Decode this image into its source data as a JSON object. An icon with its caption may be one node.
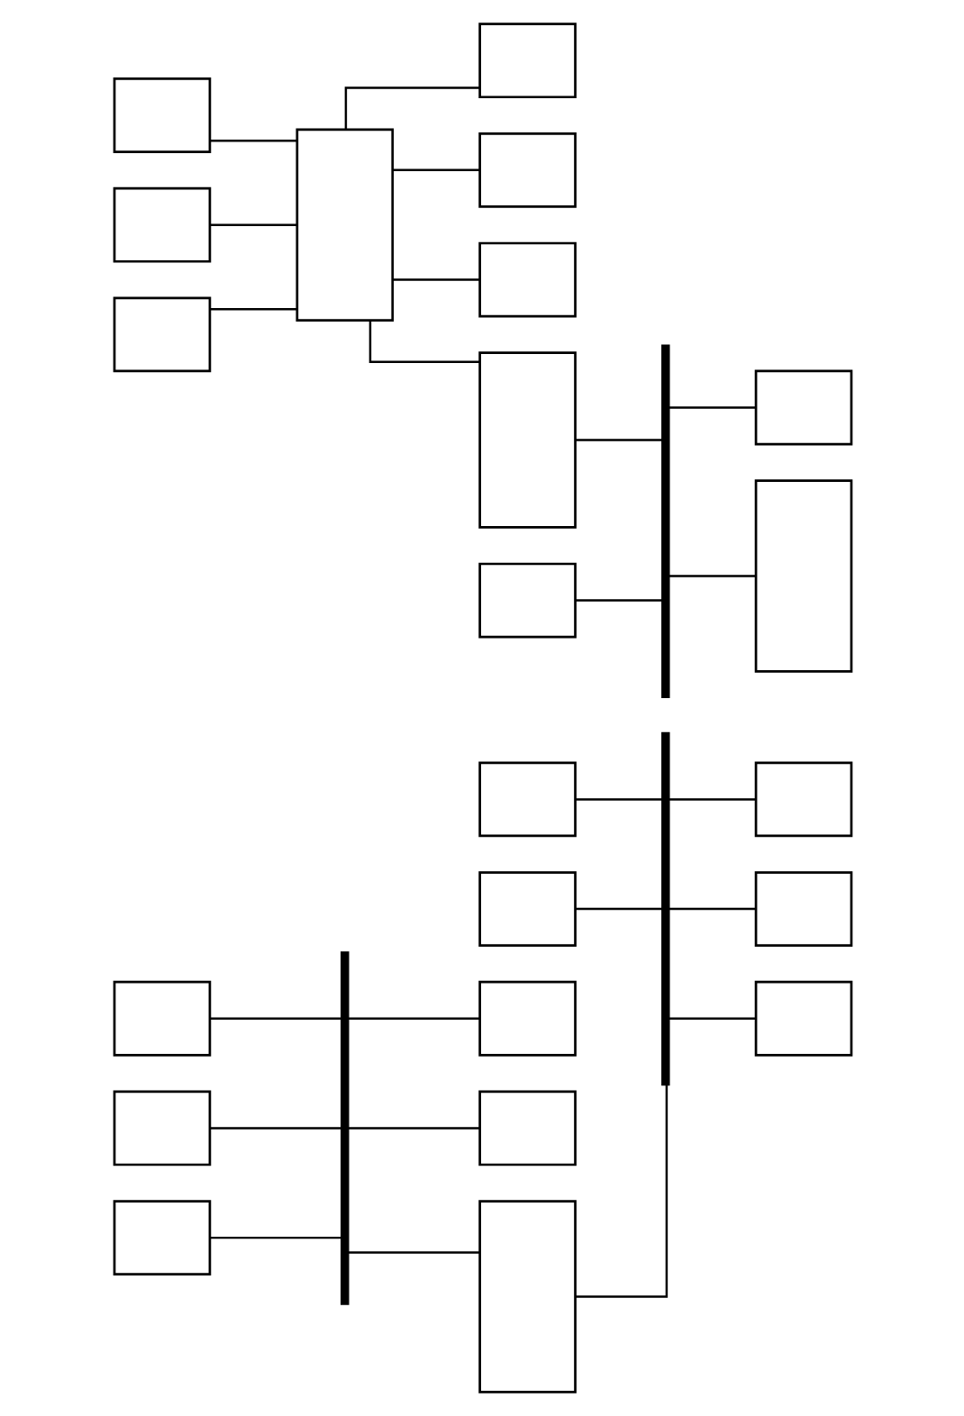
{
  "diagram": {
    "nodes": [
      {
        "text": [],
        "shape": "bar"
      },
      {
        "text": [],
        "shape": "bar"
      },
      {
        "text": [],
        "shape": "box"
      },
      {
        "text": [],
        "shape": "box"
      },
      {
        "text": [],
        "shape": "box"
      },
      {
        "text": [],
        "shape": "box"
      },
      {
        "text": [],
        "shape": "box"
      },
      {
        "text": [],
        "shape": "box"
      },
      {
        "text": [],
        "shape": "box"
      },
      {
        "text": [],
        "shape": "box"
      },
      {
        "text": [],
        "shape": "box"
      },
      {
        "text": [],
        "shape": "box"
      },
      {
        "text": [],
        "shape": "box"
      },
      {
        "text": [],
        "shape": "box"
      },
      {
        "text": [],
        "shape": "box"
      },
      {
        "text": [],
        "shape": "box"
      },
      {
        "text": [],
        "shape": "box"
      },
      {
        "text": [],
        "shape": "box"
      },
      {
        "text": [],
        "shape": "box"
      },
      {
        "text": [],
        "shape": "box"
      },
      {
        "text": [],
        "shape": "box"
      },
      {
        "text": [],
        "shape": "box"
      },
      {
        "text": [],
        "shape": "bar"
      },
      {
        "text": [],
        "shape": "box"
      },
      {
        "text": [],
        "shape": "box"
      }
    ],
    "edges": [
      {
        "from": 2,
        "to": 0,
        "arrow": "none"
      },
      {
        "from": 0,
        "to": 3,
        "arrow": "none"
      },
      {
        "from": 4,
        "to": 1,
        "arrow": "none"
      },
      {
        "from": 1,
        "to": 5,
        "arrow": "none"
      },
      {
        "from": 6,
        "to": 0,
        "arrow": "none"
      },
      {
        "from": 0,
        "to": 7,
        "arrow": "none"
      },
      {
        "from": 8,
        "to": 1,
        "arrow": "none"
      },
      {
        "from": 1,
        "to": 9,
        "arrow": "none"
      },
      {
        "from": 10,
        "to": 0,
        "arrow": "none"
      },
      {
        "from": 0,
        "to": 11,
        "arrow": "none"
      },
      {
        "from": 11,
        "to": 1,
        "arrow": "none"
      },
      {
        "from": 1,
        "to": 12,
        "arrow": "none"
      },
      {
        "from": 13,
        "to": 15,
        "arrow": "none"
      },
      {
        "from": 14,
        "to": 15,
        "arrow": "none"
      },
      {
        "from": 15,
        "to": 16,
        "arrow": "none"
      },
      {
        "from": 17,
        "to": 15,
        "arrow": "none"
      },
      {
        "from": 15,
        "to": 18,
        "arrow": "none"
      },
      {
        "from": 15,
        "to": 20,
        "arrow": "none"
      },
      {
        "from": 15,
        "to": 19,
        "arrow": "none"
      },
      {
        "from": 20,
        "to": 22,
        "arrow": "none"
      },
      {
        "from": 21,
        "to": 22,
        "arrow": "none"
      },
      {
        "from": 22,
        "to": 23,
        "arrow": "none"
      },
      {
        "from": 22,
        "to": 24,
        "arrow": "none"
      }
    ]
  }
}
